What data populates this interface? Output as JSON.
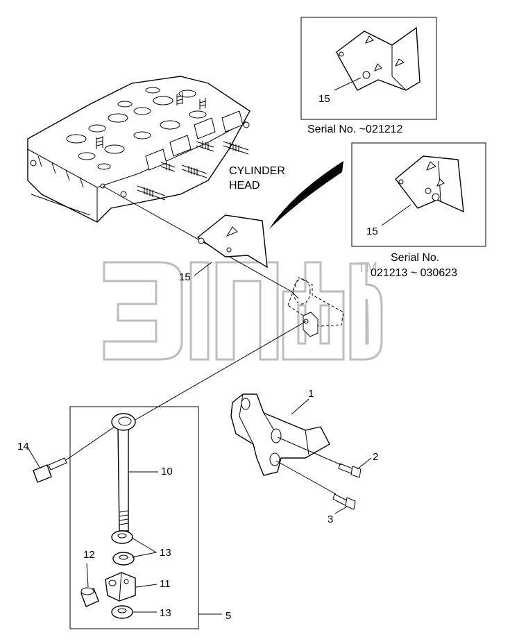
{
  "top_mark": "",
  "watermark": {
    "text": "",
    "tm": "TM"
  },
  "labels": {
    "cylinder_head_line1": "CYLINDER",
    "cylinder_head_line2": "HEAD",
    "serial_top": "Serial No. ~021212",
    "serial_mid_line1": "Serial No.",
    "serial_mid_line2": "021213 ~ 030623"
  },
  "callouts": {
    "p1": "1",
    "p2": "2",
    "p3": "3",
    "p5": "5",
    "p10": "10",
    "p11": "11",
    "p12": "12",
    "p13a": "13",
    "p13b": "13",
    "p14": "14",
    "p15_main": "15",
    "p15_top": "15",
    "p15_mid": "15"
  }
}
